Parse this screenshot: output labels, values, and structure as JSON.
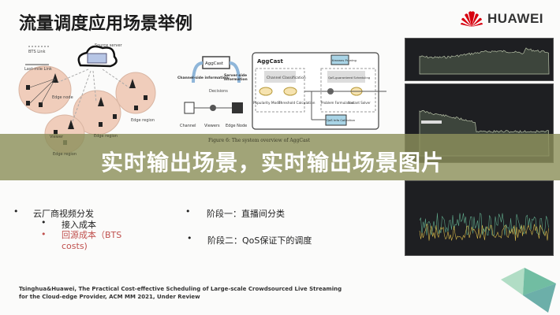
{
  "slide": {
    "title": "流量调度应用场景举例",
    "logo_text": "HUAWEI",
    "brand_color": "#d7000f"
  },
  "network_diagram": {
    "legend_bts": "BTS Link",
    "legend_lastmile": "Last-mile Link",
    "source_server": "Source server",
    "edge_node": "Edge node",
    "edge_region": "Edge region",
    "viewer": "Viewer"
  },
  "aggcast_diagram": {
    "aggcast_box": "AggCast",
    "channel_side": "Channel-side information",
    "server_side": "Server-side information",
    "decisions": "Decisions",
    "channel": "Channel",
    "viewers": "Viewers",
    "edge_node": "Edge Node",
    "main_title": "AggCast",
    "channel_classification": "Channel Classification",
    "popularity_model": "Popularity Model",
    "threshold_calc": "Threshold Calculation",
    "kmeans": "Kmeans Pruning",
    "qos_sched": "QoS-guaranteed Scheduling",
    "problem_form": "Problem Formulation",
    "instant_solver": "Instant Solver",
    "qos_info": "QoS Info Collection",
    "caption": "Figure 6: The system overview of AggCast"
  },
  "banner": {
    "text": "实时输出场景，实时输出场景图片"
  },
  "bullets_left": [
    {
      "text": "云厂商视频分发",
      "level": 1
    },
    {
      "text": "接入成本",
      "level": 2
    },
    {
      "text": "回源成本（BTS costs)",
      "level": 2,
      "highlight": "#c0504d"
    }
  ],
  "bullets_right": [
    {
      "text": "阶段一：直播间分类"
    },
    {
      "text": "阶段二：QoS保证下的调度"
    }
  ],
  "reference": "Tsinghua&Huawei, The Practical Cost-effective Scheduling of Large-scale Crowdsourced Live Streaming for the Cloud-edge Provider, ACM MM 2021, Under Review"
}
